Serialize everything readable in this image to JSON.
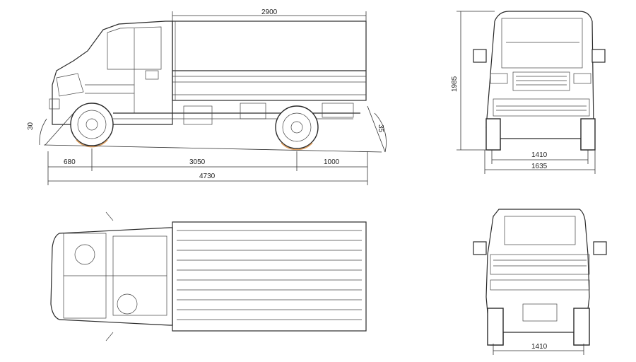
{
  "side_view": {
    "cargo_length": "2900",
    "front_overhang": "680",
    "wheelbase": "3050",
    "rear_overhang": "1000",
    "overall_length": "4730",
    "approach_angle": "30",
    "departure_angle": "35"
  },
  "front_view": {
    "overall_height": "1985",
    "front_track": "1410",
    "overall_width": "1635"
  },
  "rear_view": {
    "rear_track": "1410"
  },
  "colors": {
    "line": "#2a2a2a",
    "tire_ground_mark": "#e0a060"
  }
}
